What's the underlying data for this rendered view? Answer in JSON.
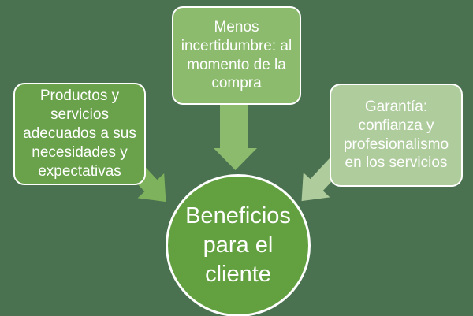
{
  "diagram": {
    "center": {
      "label": "Beneficios para el cliente"
    },
    "nodes": [
      {
        "id": "left",
        "label": "Productos y servicios adecuados a sus necesidades y expectativas"
      },
      {
        "id": "top",
        "label": "Menos incertidumbre: al momento de la compra"
      },
      {
        "id": "right",
        "label": "Garantía: confianza y profesionalismo en los servicios"
      }
    ]
  },
  "colors": {
    "background": "#4A7150",
    "box_left": "#6AA24C",
    "box_top": "#8CBB6E",
    "box_right": "#AFCC9D",
    "circle": "#63A040",
    "arrow_left": "#7EB25C",
    "arrow_top": "#8CBB6E",
    "arrow_right": "#AFCC9D",
    "border": "#FFFFFF",
    "text": "#FFFFFF"
  }
}
